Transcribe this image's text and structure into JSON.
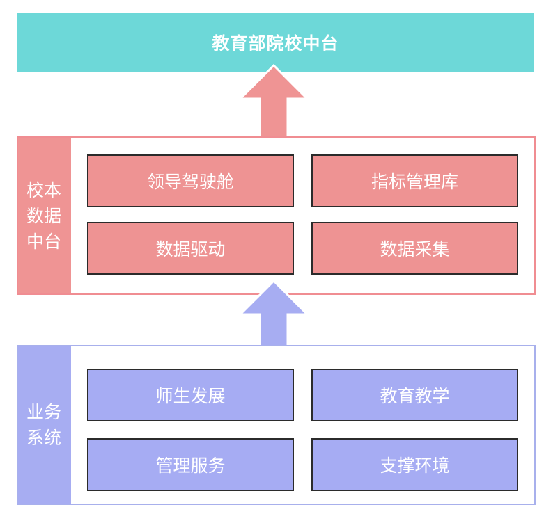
{
  "top": {
    "title": "教育部院校中台"
  },
  "middle_tier": {
    "label": "校本数据中台",
    "color": "#ef9494",
    "boxes": [
      {
        "label": "领导驾驶舱"
      },
      {
        "label": "指标管理库"
      },
      {
        "label": "数据驱动"
      },
      {
        "label": "数据采集"
      }
    ]
  },
  "bottom_tier": {
    "label": "业务系统",
    "color": "#a7adf2",
    "boxes": [
      {
        "label": "师生发展"
      },
      {
        "label": "教育教学"
      },
      {
        "label": "管理服务"
      },
      {
        "label": "支撑环境"
      }
    ]
  },
  "arrows": [
    {
      "name": "arrow-middle-to-top",
      "color": "#ef9494"
    },
    {
      "name": "arrow-bottom-to-middle",
      "color": "#a7adf2"
    }
  ]
}
